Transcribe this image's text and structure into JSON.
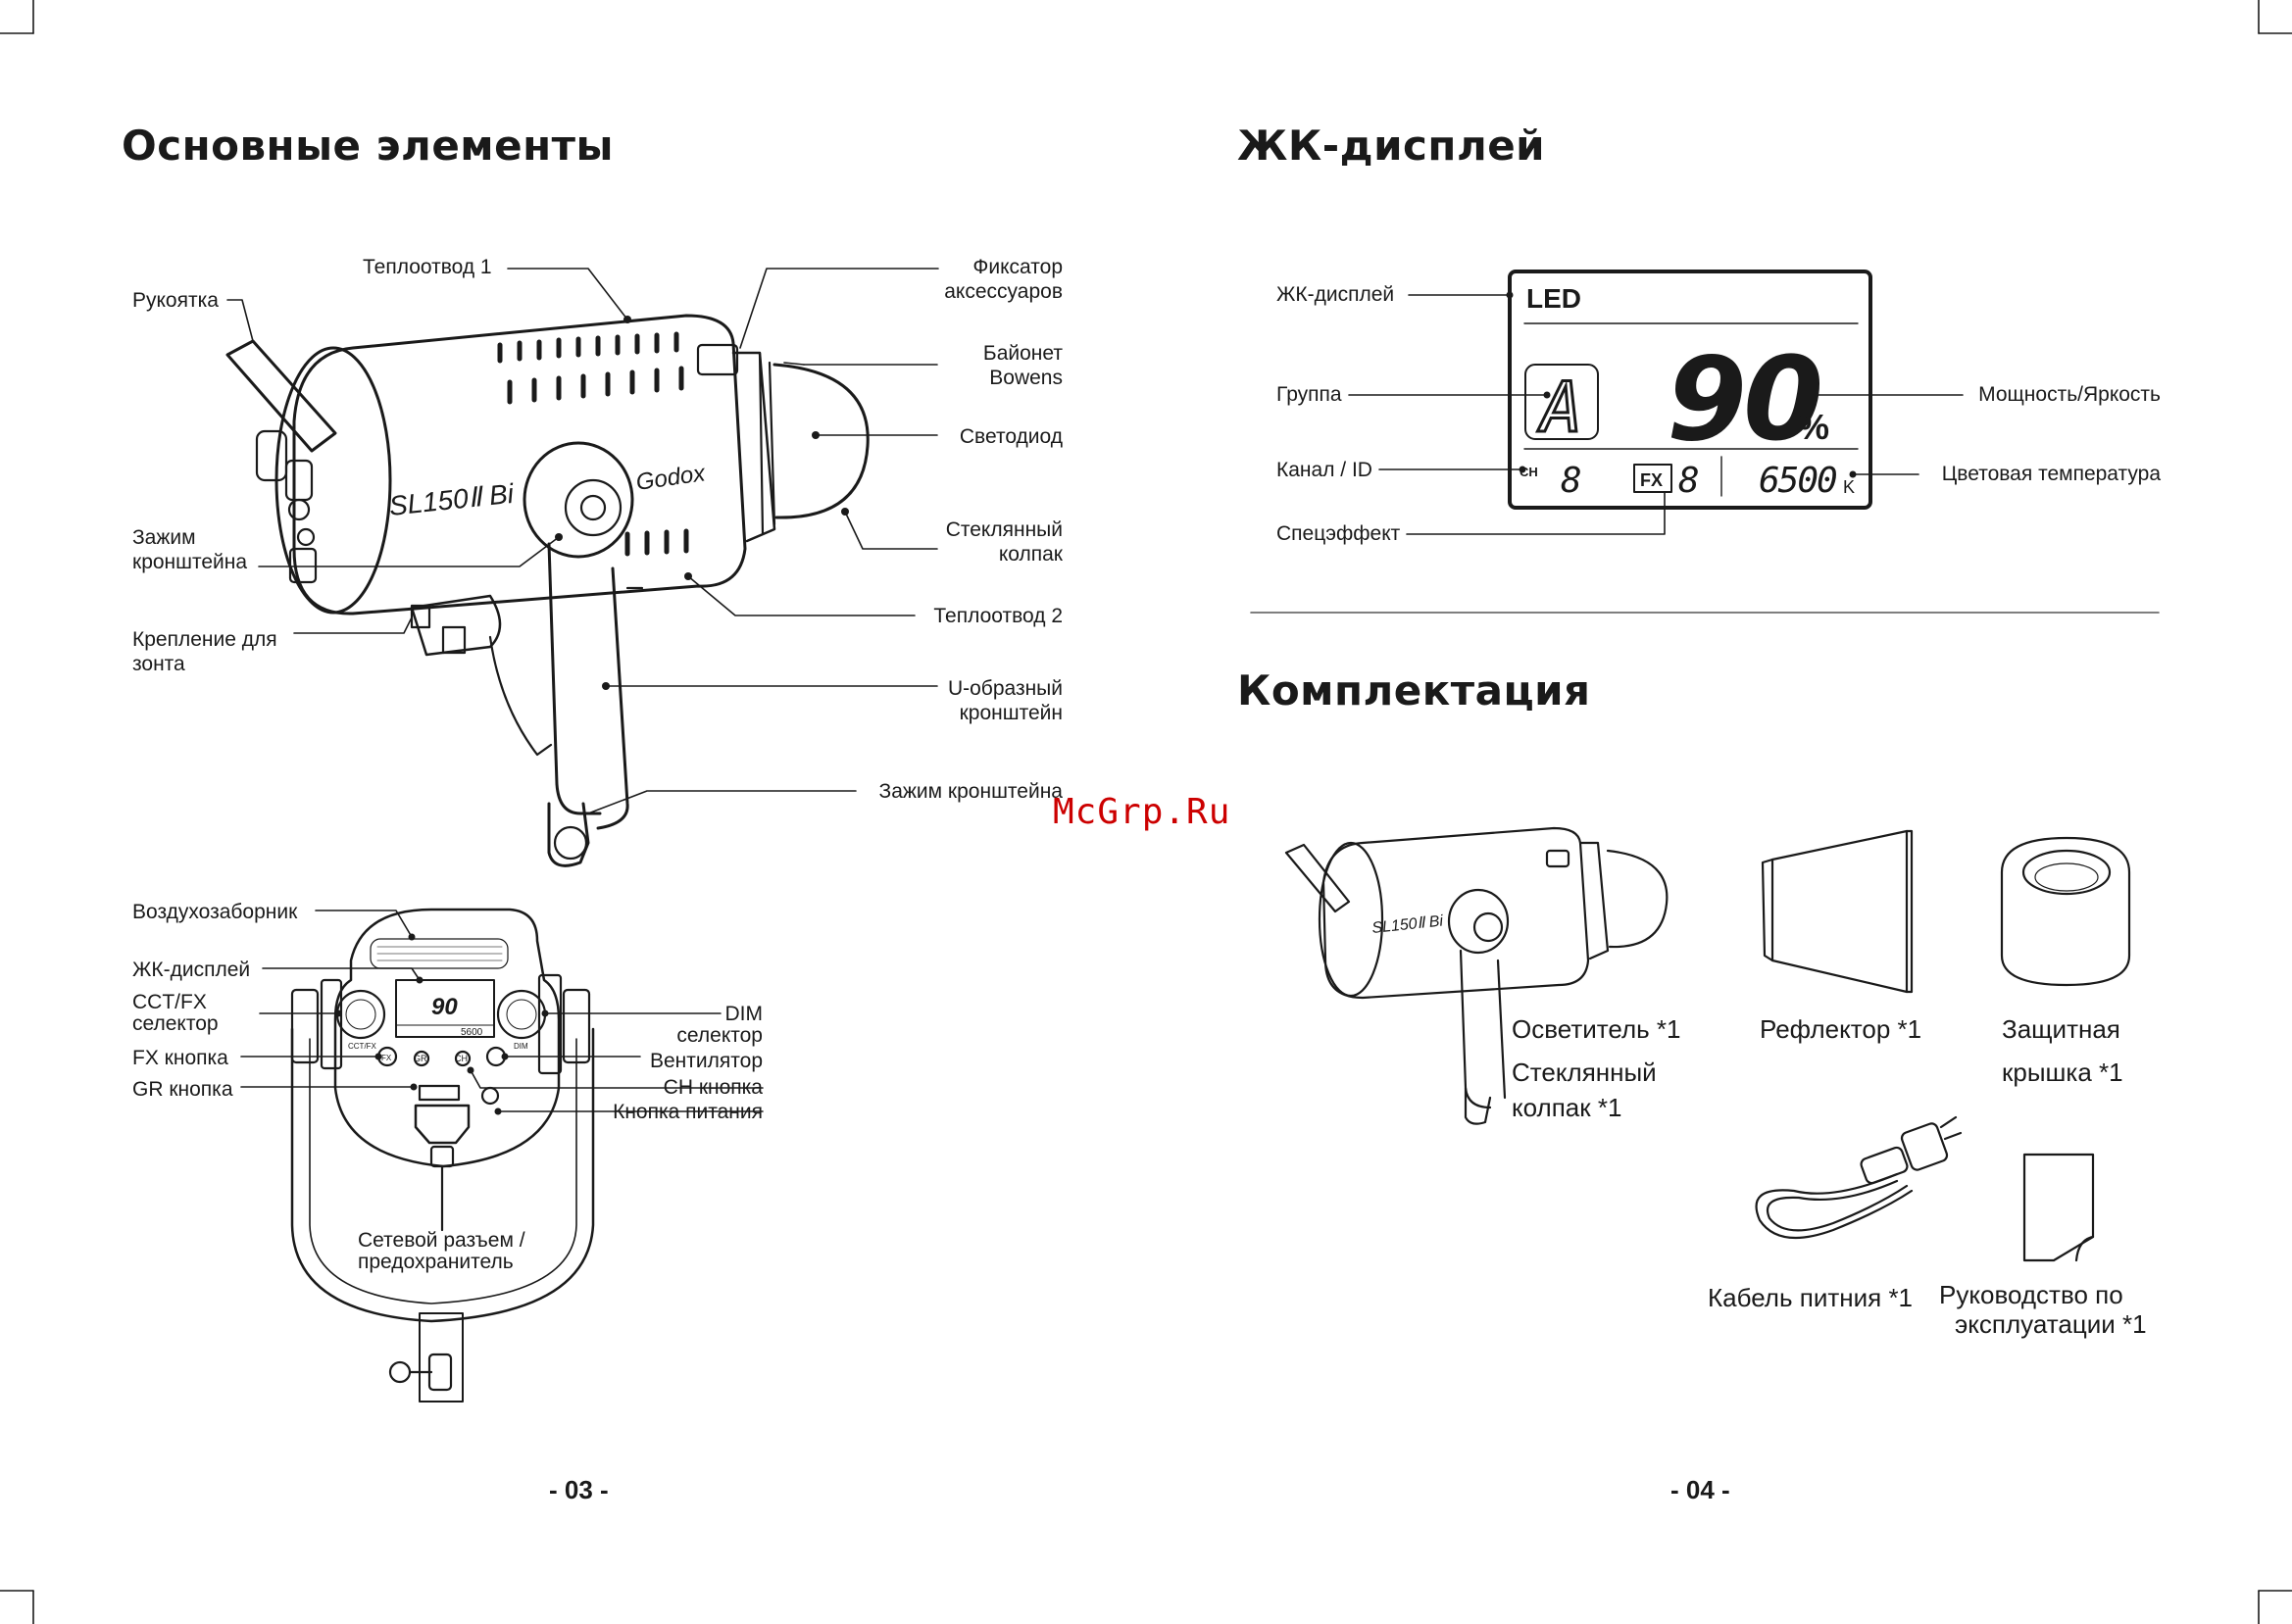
{
  "left": {
    "title": "Основные элементы",
    "callouts": {
      "heatsink1": "Теплоотвод 1",
      "accessory_lock_1": "Фиксатор",
      "accessory_lock_2": "аксессуаров",
      "handle": "Рукоятка",
      "bowens_1": "Байонет",
      "bowens_2": "Bowens",
      "led": "Светодиод",
      "bracket_clamp_1": "Зажим",
      "bracket_clamp_2": "кронштейна",
      "glass_cover_1": "Стеклянный",
      "glass_cover_2": "колпак",
      "heatsink2": "Теплоотвод 2",
      "umbrella_1": "Крепление для",
      "umbrella_2": "зонта",
      "u_bracket_1": "U-образный",
      "u_bracket_2": "кронштейн",
      "bracket_clamp_bottom": "Зажим кронштейна"
    },
    "rear": {
      "air_intake": "Воздухозаборник",
      "lcd": "ЖК-дисплей",
      "cct_fx_1": "CCT/FX",
      "cct_fx_2": "селектор",
      "fx_button": "FX кнопка",
      "gr_button": "GR кнопка",
      "dim_1": "DIM",
      "dim_2": "селектор",
      "fan": "Вентилятор",
      "ch_button": "CH кнопка",
      "power_button": "Кнопка питания",
      "socket_1": "Сетевой разъем /",
      "socket_2": "предохранитель"
    },
    "page_number": "-  03  -"
  },
  "right": {
    "lcd_title": "ЖК-дисплей",
    "lcd_callouts": {
      "lcd": "ЖК-дисплей",
      "group": "Группа",
      "channel": "Канал / ID",
      "effect": "Спецэффект",
      "power": "Мощность/Яркость",
      "color_temp": "Цветовая температура"
    },
    "lcd_screen": {
      "brand": "LED",
      "group_letter": "A",
      "power_value": "90",
      "power_unit": "%",
      "ch_label": "CH",
      "ch_value": "8",
      "fx_label": "FX",
      "fx_value": "8",
      "temp_value": "6500",
      "temp_unit": "K"
    },
    "kit_title": "Комплектация",
    "kit": {
      "light": "Осветитель *1",
      "glass_1": "Стеклянный",
      "glass_2": "колпак *1",
      "reflector": "Рефлектор *1",
      "cover_1": "Защитная",
      "cover_2": "крышка *1",
      "cable": "Кабель питния *1",
      "manual_1": "Руководство по",
      "manual_2": "эксплуатации *1"
    },
    "page_number": "-  04  -"
  },
  "watermark": "McGrp.Ru",
  "device_text": {
    "model": "SL150Ⅱ Bi",
    "brand": "Godox",
    "rear_lcd_value": "90",
    "rear_lcd_temp": "5600",
    "rear_knob_left": "CCT/FX",
    "rear_knob_right": "DIM",
    "rear_btn_fx": "FX",
    "rear_btn_gr": "GR",
    "rear_btn_ch": "CH"
  },
  "colors": {
    "ink": "#1a1a1a",
    "watermark": "#cc0000",
    "rule": "#555555"
  }
}
